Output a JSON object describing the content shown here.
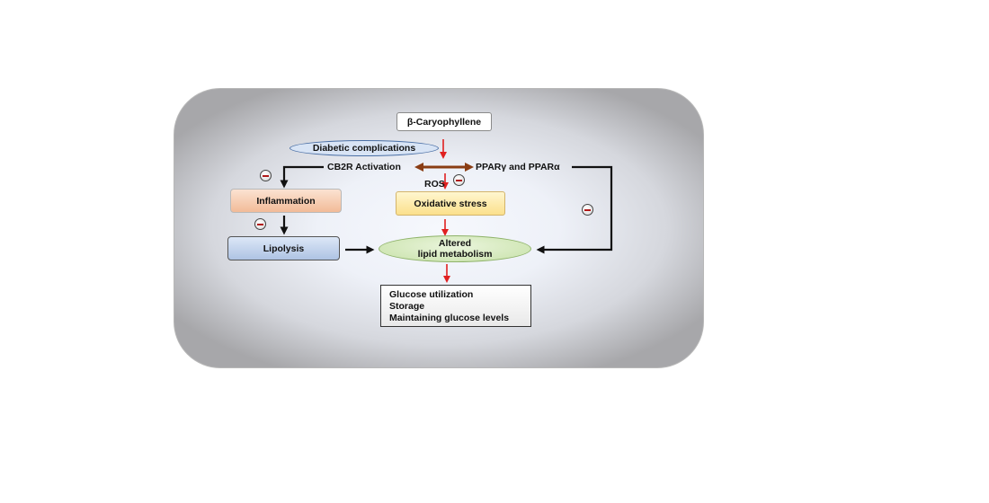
{
  "diagram": {
    "nodes": {
      "beta_caryophyllene": "β-Caryophyllene",
      "diabetic_complications": "Diabetic complications",
      "cb2r_activation": "CB2R Activation",
      "ppar": "PPARγ and PPARα",
      "ros": "ROS",
      "inflammation": "Inflammation",
      "oxidative_stress": "Oxidative stress",
      "lipolysis": "Lipolysis",
      "altered_lipid_line1": "Altered",
      "altered_lipid_line2": "lipid metabolism",
      "outcomes": [
        "Glucose utilization",
        "Storage",
        "Maintaining glucose levels"
      ]
    },
    "colors": {
      "activation_arrow": "#e02020",
      "pathway_arrow": "#111111",
      "bidirectional_arrow": "#8a3d14",
      "inhibition_symbol": "#b01818"
    }
  }
}
